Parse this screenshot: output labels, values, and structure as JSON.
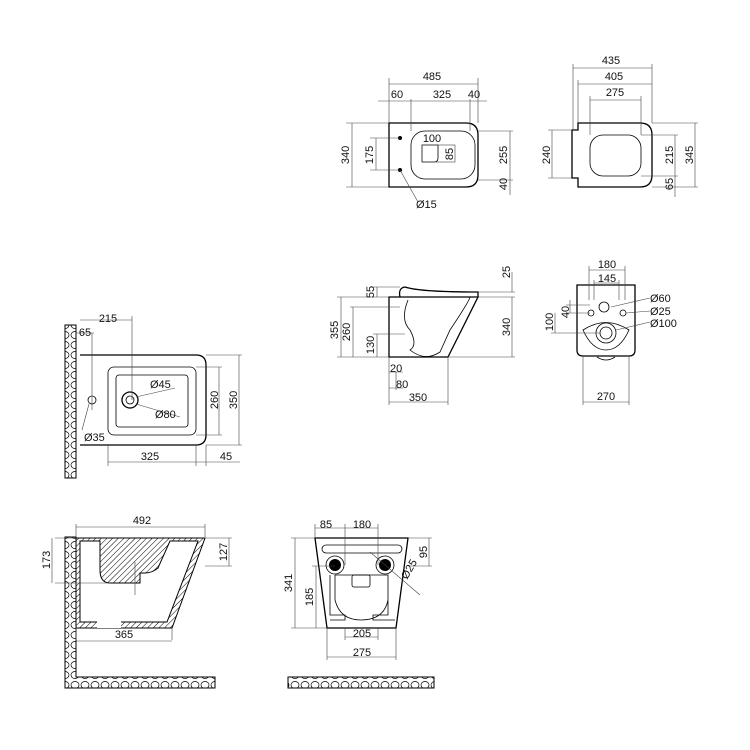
{
  "wc_top": {
    "w485": "485",
    "w60": "60",
    "w325": "325",
    "w40": "40",
    "h340": "340",
    "h175": "175",
    "h100": "100",
    "h85": "85",
    "h255": "255",
    "h40": "40",
    "d15": "Ø15"
  },
  "seat_top": {
    "w435": "435",
    "w405": "405",
    "w275": "275",
    "h240": "240",
    "h215": "215",
    "h345": "345",
    "h65": "65"
  },
  "wc_side": {
    "h25": "25",
    "h55": "55",
    "h340": "340",
    "h355": "355",
    "h260": "260",
    "h130": "130",
    "w20": "20",
    "w80": "80",
    "w350": "350"
  },
  "wc_rear": {
    "w180": "180",
    "w145": "145",
    "d60": "Ø60",
    "d25": "Ø25",
    "d100": "Ø100",
    "h40": "40",
    "h100": "100",
    "w270": "270"
  },
  "bidet_top": {
    "w215": "215",
    "w65": "65",
    "d45": "Ø45",
    "d80": "Ø80",
    "h260": "260",
    "h350": "350",
    "w325": "325",
    "w45": "45",
    "d35": "Ø35"
  },
  "bidet_side": {
    "w492": "492",
    "h173": "173",
    "h127": "127",
    "w365": "365"
  },
  "bidet_rear": {
    "w85": "85",
    "w180": "180",
    "h95": "95",
    "h341": "341",
    "h185": "185",
    "d25": "Ø25",
    "w205": "205",
    "w275": "275"
  }
}
